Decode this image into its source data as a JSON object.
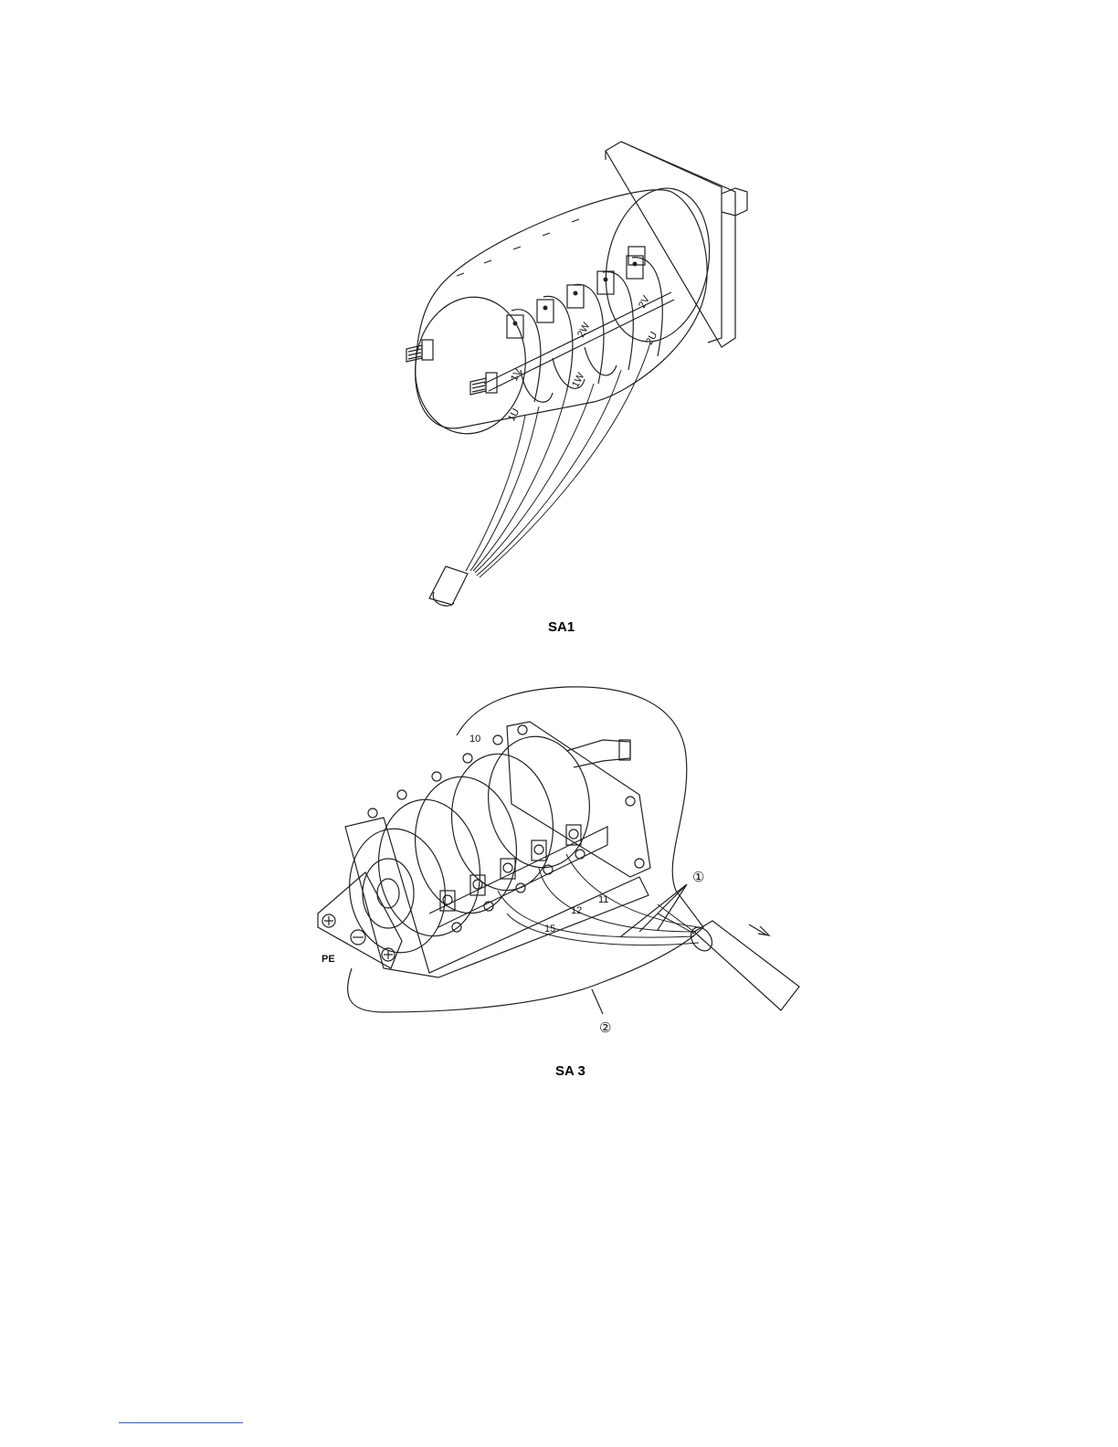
{
  "figures": [
    {
      "caption": "SA1",
      "terminal_labels": [
        "1U",
        "1V",
        "1W",
        "2U",
        "2V",
        "2W"
      ]
    },
    {
      "caption": "SA 3",
      "terminal_labels": [
        "10",
        "11",
        "12",
        "15",
        "PE"
      ],
      "callouts": [
        "①",
        "②"
      ]
    }
  ]
}
